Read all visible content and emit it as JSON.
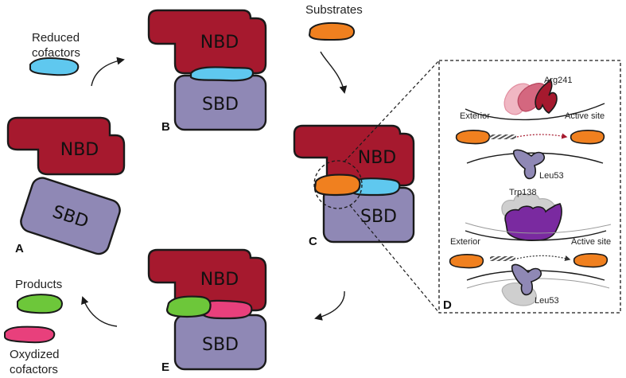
{
  "colors": {
    "nbd": "#a6192e",
    "sbd": "#8f88b5",
    "reduced_cofactor": "#5fc8ef",
    "substrate": "#f0801f",
    "product": "#6dc73a",
    "oxidized_cofactor": "#e8407c",
    "outline": "#1a1a1a",
    "arg": "#a5192e",
    "trp": "#7a2aa0",
    "leu": "#8f88b5",
    "ghost": "#cfcfcf"
  },
  "labels": {
    "reduced_cofactors_line1": "Reduced",
    "reduced_cofactors_line2": "cofactors",
    "substrates": "Substrates",
    "products": "Products",
    "oxidized_cofactors_line1": "Oxydized",
    "oxidized_cofactors_line2": "cofactors",
    "nbd": "NBD",
    "sbd": "SBD"
  },
  "panels": {
    "a": "A",
    "b": "B",
    "c": "C",
    "d": "D",
    "e": "E"
  },
  "inset": {
    "top": {
      "residue_top": "Arg241",
      "residue_bottom": "Leu53",
      "exterior": "Exterior",
      "active_site": "Active site"
    },
    "bottom": {
      "residue_top": "Trp138",
      "residue_bottom": "Leu53",
      "exterior": "Exterior",
      "active_site": "Active site"
    }
  }
}
